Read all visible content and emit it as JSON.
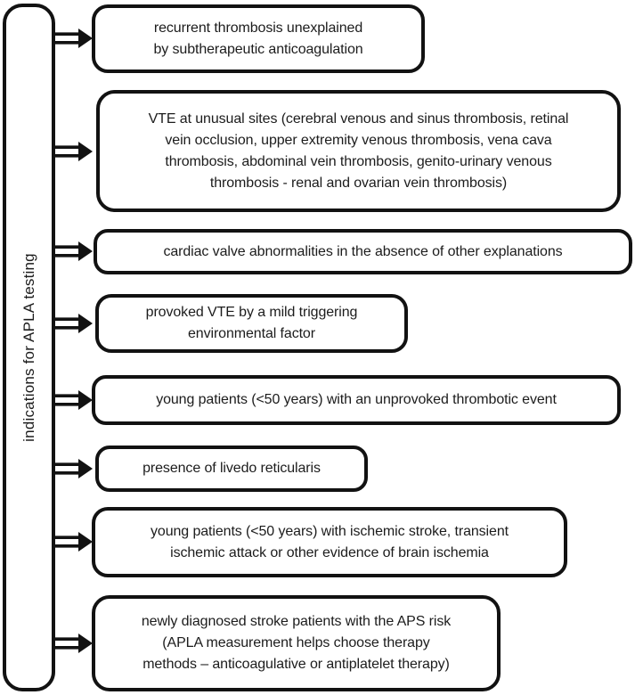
{
  "diagram": {
    "title": "indications for APLA testing",
    "type": "flowchart",
    "colors": {
      "stroke": "#121212",
      "text": "#1c1c1c",
      "background": "#ffffff"
    },
    "icons": {
      "connector": "double-shaft-right-arrow-icon"
    },
    "boxes": [
      {
        "text": "recurrent thrombosis unexplained\nby subtherapeutic anticoagulation"
      },
      {
        "text": "VTE at unusual sites (cerebral venous and sinus thrombosis, retinal\nvein occlusion, upper extremity venous thrombosis, vena cava\nthrombosis, abdominal vein thrombosis, genito-urinary venous\nthrombosis - renal and ovarian vein thrombosis)"
      },
      {
        "text": "cardiac valve abnormalities in the absence of other explanations"
      },
      {
        "text": "provoked VTE by a mild triggering\nenvironmental factor"
      },
      {
        "text": "young patients (<50 years) with an unprovoked thrombotic event"
      },
      {
        "text": "presence of livedo reticularis"
      },
      {
        "text": "young patients (<50 years) with ischemic stroke, transient\nischemic attack or other evidence of brain ischemia"
      },
      {
        "text": "newly diagnosed stroke patients with the APS risk\n(APLA measurement helps choose therapy\nmethods – anticoagulative or antiplatelet therapy)"
      }
    ]
  }
}
